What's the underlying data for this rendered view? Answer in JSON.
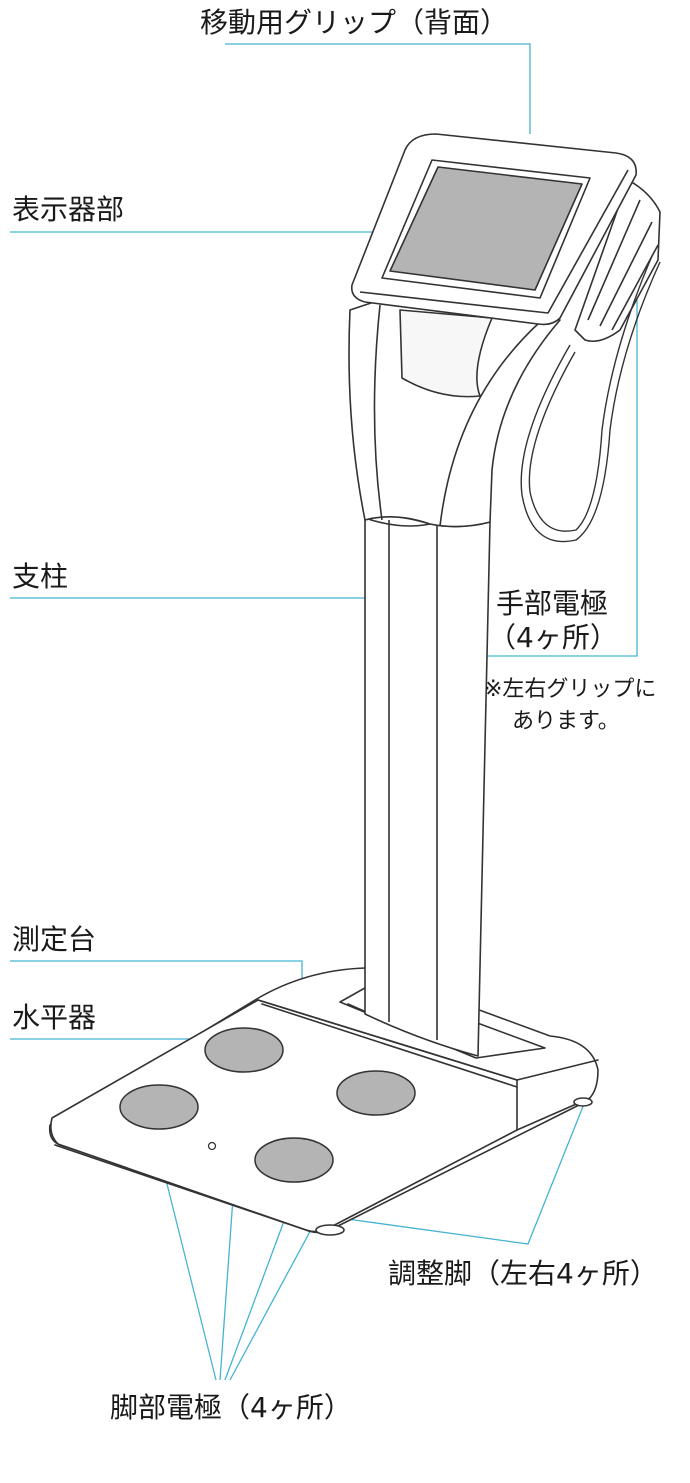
{
  "labels": {
    "grip": "移動用グリップ（背面）",
    "display": "表示器部",
    "pillar": "支柱",
    "hand_electrode_1": "手部電極",
    "hand_electrode_2": "（4ヶ所）",
    "hand_note_1": "※左右グリップに",
    "hand_note_2": "あります。",
    "platform": "測定台",
    "level": "水平器",
    "adjust_feet": "調整脚（左右4ヶ所）",
    "foot_electrode": "脚部電極（4ヶ所）"
  },
  "colors": {
    "leader": "#45b3d3",
    "outline": "#333333",
    "screen": "#b4b4b4",
    "electrode": "#b4b4b4"
  }
}
